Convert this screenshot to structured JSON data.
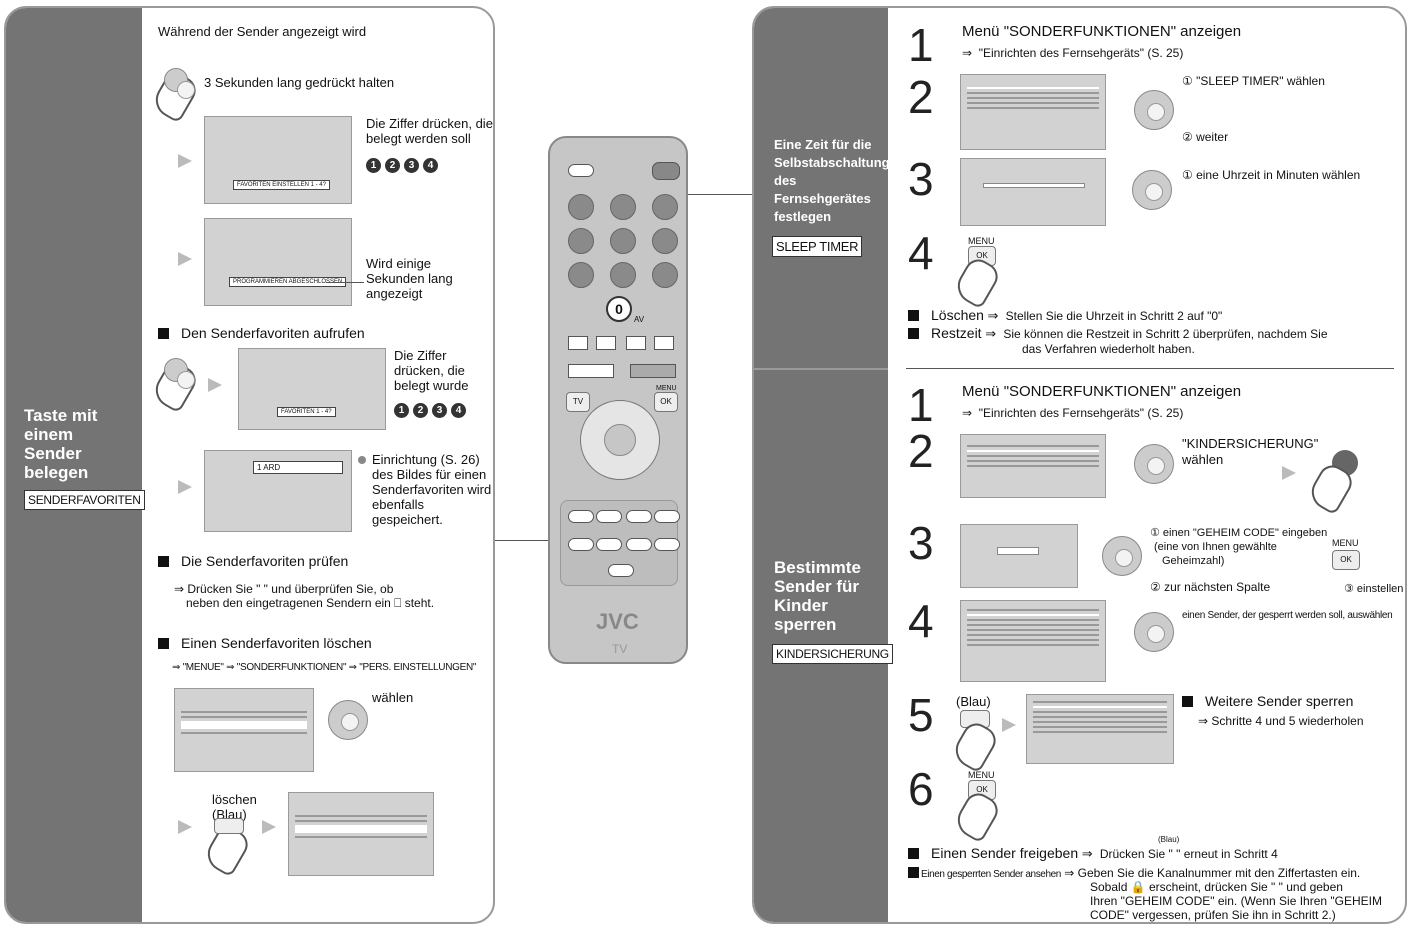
{
  "left": {
    "sidebar_title": "Taste mit einem Sender belegen",
    "sidebar_tag": "SENDERFAVORITEN",
    "intro": "Während der Sender angezeigt wird",
    "hold_text": "3 Sekunden lang gedrückt halten",
    "step_press_digit": "Die Ziffer drücken, die belegt werden soll",
    "screen1_label": "FAVORITEN EINSTELLEN 1 - 4?",
    "screen2_label": "PROGRAMMIEREN ABGESCHLOSSEN",
    "shown_text": "Wird einige Sekunden lang angezeigt",
    "call_heading": "Den Senderfavoriten aufrufen",
    "call_digit": "Die Ziffer drücken, die belegt wurde",
    "screen3_label": "FAVORITEN 1 - 4?",
    "screen4_label": "1   ARD",
    "setup_note": "Einrichtung (S. 26) des Bildes für einen Senderfavoriten wird ebenfalls gespeichert.",
    "check_heading": "Die Senderfavoriten prüfen",
    "check_text_1": "Drücken Sie \"   \" und überprüfen Sie, ob",
    "check_text_2": "neben den eingetragenen Sendern ein ⎕ steht.",
    "delete_heading": "Einen Senderfavoriten löschen",
    "delete_path": "\"MENUE\" ⇒ \"SONDERFUNKTIONEN\" ⇒ \"PERS. EINSTELLUNGEN\"",
    "select_label": "wählen",
    "delete_label": "löschen (Blau)",
    "digits": [
      "1",
      "2",
      "3",
      "4"
    ]
  },
  "remote": {
    "brand": "JVC",
    "sub": "TV",
    "zero_label": "0",
    "av_label": "AV",
    "menu_label": "MENU",
    "tv_label": "TV",
    "ok_label": "OK"
  },
  "right_top": {
    "sidebar_title": "Eine Zeit für die Selbstabschaltung des Fernsehgerätes festlegen",
    "sidebar_tag": "SLEEP TIMER",
    "step1_title": "Menü \"SONDERFUNKTIONEN\" anzeigen",
    "step1_sub": "\"Einrichten des Fernsehgeräts\" (S. 25)",
    "step2_a": "① \"SLEEP TIMER\" wählen",
    "step2_b": "② weiter",
    "step3_a": "① eine Uhrzeit in Minuten wählen",
    "step4_label": "MENU",
    "ok_label": "OK",
    "clear_label": "Löschen",
    "clear_text": "Stellen Sie die Uhrzeit in Schritt 2 auf \"0\"",
    "rest_label": "Restzeit",
    "rest_text_1": "Sie können die Restzeit in Schritt 2 überprüfen, nachdem Sie",
    "rest_text_2": "das Verfahren wiederholt haben."
  },
  "right_bottom": {
    "sidebar_title": "Bestimmte Sender für Kinder sperren",
    "sidebar_tag": "KINDERSICHERUNG",
    "step1_title": "Menü \"SONDERFUNKTIONEN\" anzeigen",
    "step1_sub": "\"Einrichten des Fernsehgeräts\" (S. 25)",
    "step2_a": "\"KINDERSICHERUNG\"",
    "step2_b": "wählen",
    "step3_a": "① einen \"GEHEIM CODE\" eingeben",
    "step3_b": "(eine von Ihnen gewählte",
    "step3_c": "Geheimzahl)",
    "step3_d": "② zur nächsten Spalte",
    "step3_e": "③ einstellen",
    "step3_menu": "MENU",
    "step4_a": "einen Sender, der gesperrt werden soll, auswählen",
    "step5_label": "(Blau)",
    "more_heading": "Weitere Sender sperren",
    "more_sub": "Schritte 4 und 5 wiederholen",
    "step6_label": "MENU",
    "free_label": "Einen Sender freigeben",
    "free_text": "Drücken Sie \"   \" erneut in Schritt 4",
    "free_blau": "(Blau)",
    "view_label": "Einen gesperrten Sender ansehen",
    "view_text_1": "Geben Sie die Kanalnummer mit den Ziffertasten ein.",
    "view_text_2": "Sobald 🔒 erscheint, drücken Sie \"   \" und geben",
    "view_text_3": "Ihren \"GEHEIM CODE\" ein. (Wenn Sie Ihren \"GEHEIM",
    "view_text_4": "CODE\" vergessen, prüfen Sie ihn in Schritt 2.)"
  },
  "steps": [
    "1",
    "2",
    "3",
    "4",
    "5",
    "6"
  ]
}
